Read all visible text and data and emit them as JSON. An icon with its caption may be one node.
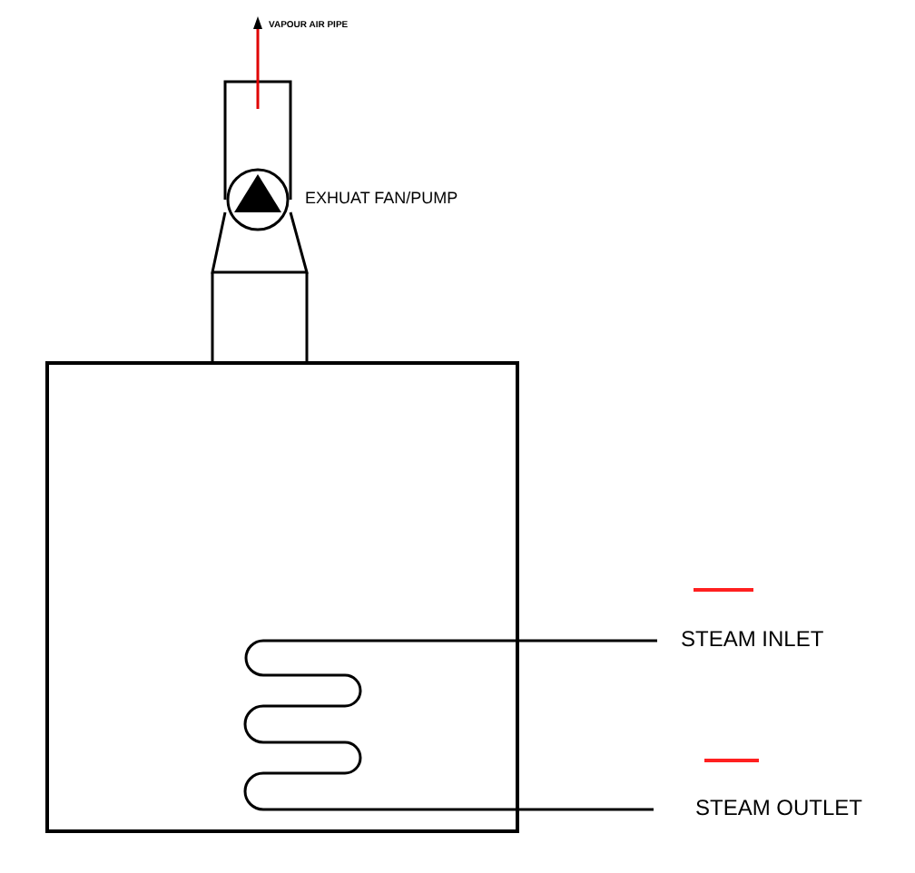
{
  "diagram": {
    "nodes": [
      {
        "text": [],
        "shape": "box"
      },
      {
        "text": [],
        "shape": "circle"
      }
    ],
    "labels": [
      "VAPOUR AIR PIPE",
      "EXHUAT FAN/PUMP",
      "STEAM INLET",
      "STEAM OUTLET"
    ]
  }
}
